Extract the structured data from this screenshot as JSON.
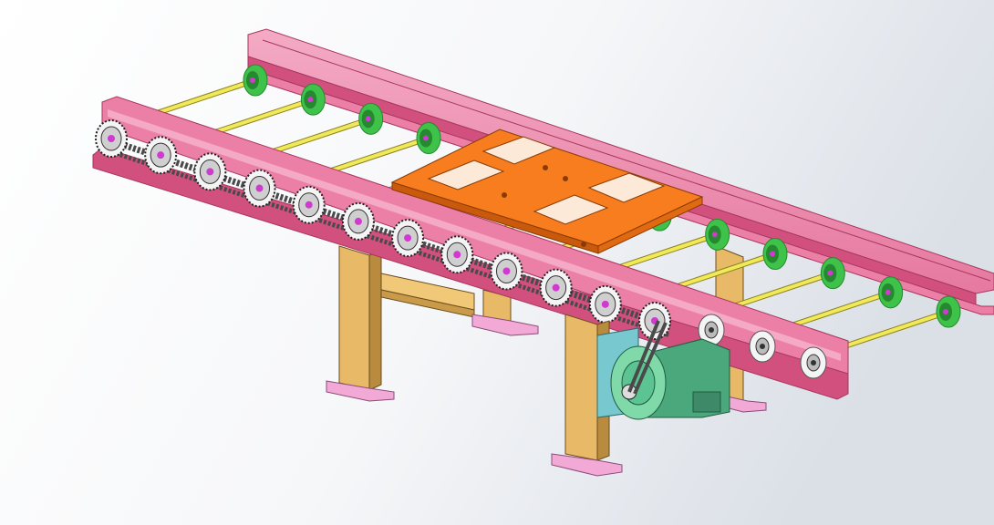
{
  "scene": {
    "subject": "roller-chain-conveyor-cad-model",
    "roller_count": 13,
    "sprocket_count": 12,
    "leg_count": 4
  },
  "colors": {
    "background_light": "#ffffff",
    "background_dark": "#dbe0e7",
    "frame_pink": "#ec7fa5",
    "frame_pink_dark": "#d2507e",
    "frame_pink_light": "#f4aac4",
    "roller_green": "#3fc24a",
    "roller_green_dark": "#25892f",
    "shaft_yellow": "#f1e85a",
    "plate_orange": "#f77d1f",
    "plate_orange_dark": "#c9590c",
    "leg_tan": "#e8b967",
    "leg_tan_dark": "#b98b3e",
    "foot_pink": "#f2a9d6",
    "motor_green": "#7fd9a9",
    "motor_green_dark": "#4aa87c",
    "bracket_blue": "#78c8cf",
    "chain_gray": "#4a4a4a",
    "sprocket_white": "#f4f4f4",
    "hub_magenta": "#d03ad0"
  }
}
